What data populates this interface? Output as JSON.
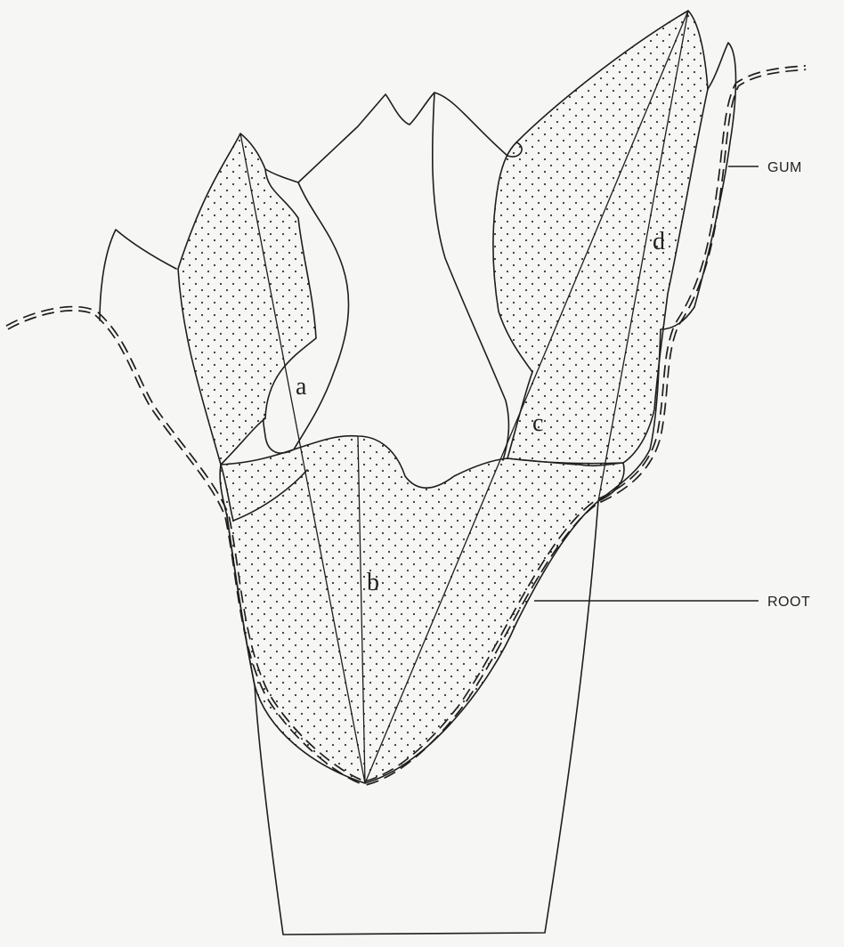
{
  "labels": {
    "a": "a",
    "b": "b",
    "c": "c",
    "d": "d",
    "gum": "GUM",
    "root": "ROOT"
  },
  "colors": {
    "ink": "#1e1e1e",
    "paper": "#f6f6f4"
  }
}
